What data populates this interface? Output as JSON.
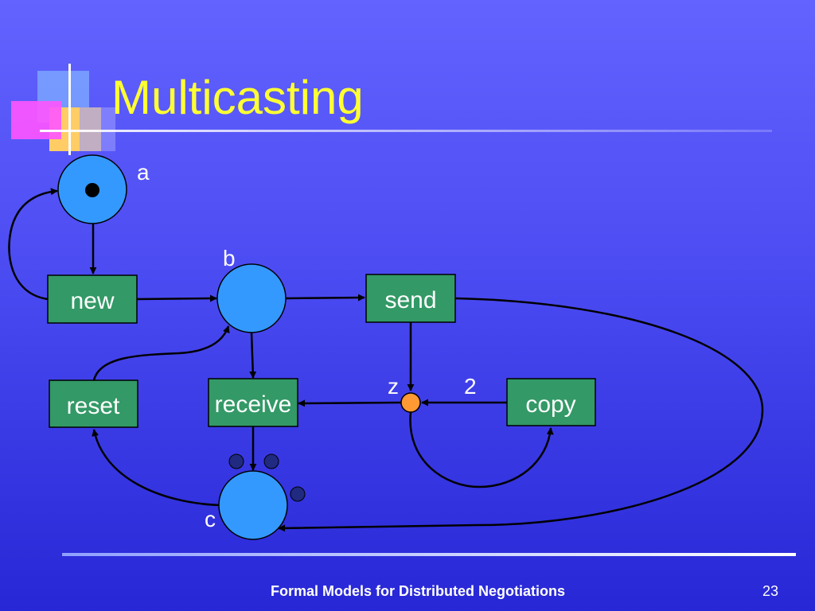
{
  "slide": {
    "title": "Multicasting",
    "footer": "Formal Models for Distributed Negotiations",
    "page_number": "23"
  },
  "diagram": {
    "places": [
      {
        "id": "a",
        "label": "a",
        "tokens": 1
      },
      {
        "id": "b",
        "label": "b",
        "tokens": 0
      },
      {
        "id": "c",
        "label": "c",
        "tokens": 3
      },
      {
        "id": "z",
        "label": "z",
        "tokens": 0
      }
    ],
    "transitions": [
      {
        "id": "new",
        "label": "new"
      },
      {
        "id": "send",
        "label": "send"
      },
      {
        "id": "reset",
        "label": "reset"
      },
      {
        "id": "receive",
        "label": "receive"
      },
      {
        "id": "copy",
        "label": "copy"
      }
    ],
    "arcs": [
      {
        "from": "a",
        "to": "new"
      },
      {
        "from": "new",
        "to": "a"
      },
      {
        "from": "new",
        "to": "b"
      },
      {
        "from": "b",
        "to": "send"
      },
      {
        "from": "b",
        "to": "receive"
      },
      {
        "from": "send",
        "to": "z"
      },
      {
        "from": "send",
        "to": "c"
      },
      {
        "from": "z",
        "to": "receive"
      },
      {
        "from": "z",
        "to": "copy"
      },
      {
        "from": "copy",
        "to": "z",
        "weight": "2"
      },
      {
        "from": "receive",
        "to": "c"
      },
      {
        "from": "c",
        "to": "reset"
      },
      {
        "from": "reset",
        "to": "b"
      }
    ]
  },
  "colors": {
    "place": "#3399ff",
    "transition": "#339966",
    "aux_place": "#ff9933",
    "token": "#000000",
    "token_c": "#1f2a80",
    "title": "#ffff33"
  }
}
